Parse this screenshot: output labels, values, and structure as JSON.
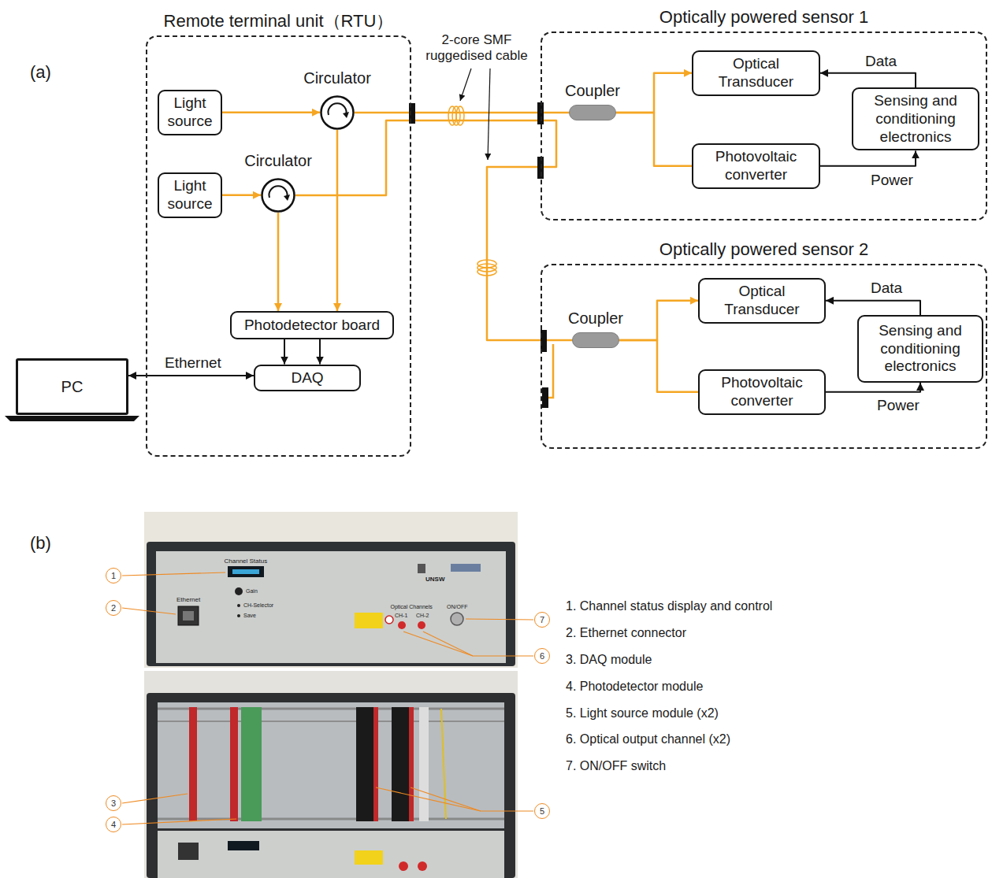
{
  "diagram": {
    "nodes": [
      {
        "text": [
          "Remote terminal unit（RTU）"
        ]
      },
      {
        "text": [
          "Light source"
        ],
        "in": 0
      },
      {
        "text": [
          "Circulator"
        ],
        "in": 0
      },
      {
        "text": [
          "Light source"
        ],
        "in": 0
      },
      {
        "text": [
          "Circulator"
        ],
        "in": 0
      },
      {
        "text": [
          "Photodetector board"
        ],
        "in": 0
      },
      {
        "text": [
          "DAQ"
        ],
        "in": 0
      },
      {
        "text": [
          "PC"
        ]
      },
      {
        "text": [
          "Optically powered sensor 1"
        ]
      },
      {
        "text": [
          "Coupler"
        ],
        "in": 8
      },
      {
        "text": [
          "Optical Transducer"
        ],
        "in": 8
      },
      {
        "text": [
          "Photovoltaic converter"
        ],
        "in": 8
      },
      {
        "text": [
          "Sensing and conditioning electronics"
        ],
        "in": 8
      },
      {
        "text": [
          "Optically powered sensor 2"
        ]
      },
      {
        "text": [
          "Coupler"
        ],
        "in": 13
      },
      {
        "text": [
          "Optical Transducer"
        ],
        "in": 13
      },
      {
        "text": [
          "Photovoltaic converter"
        ],
        "in": 13
      },
      {
        "text": [
          "Sensing and conditioning electronics"
        ],
        "in": 13
      }
    ],
    "edges": [
      {
        "from": 1,
        "to": 2,
        "arrow": "to"
      },
      {
        "from": 3,
        "to": 4,
        "arrow": "to"
      },
      {
        "from": 2,
        "to": 5,
        "arrow": "to"
      },
      {
        "from": 4,
        "to": 5,
        "arrow": "to"
      },
      {
        "from": 5,
        "to": 6,
        "arrow": "to"
      },
      {
        "from": 5,
        "to": 6,
        "arrow": "to"
      },
      {
        "from": 7,
        "to": 6,
        "label": "Ethernet",
        "arrow": "both"
      },
      {
        "from": 2,
        "to": 9,
        "arrow": "none"
      },
      {
        "from": 4,
        "to": 14,
        "arrow": "none"
      },
      {
        "from": 9,
        "to": 10,
        "arrow": "to"
      },
      {
        "from": 9,
        "to": 11,
        "arrow": "none"
      },
      {
        "from": 12,
        "to": 10,
        "label": "Data",
        "arrow": "to"
      },
      {
        "from": 11,
        "to": 12,
        "label": "Power",
        "arrow": "to"
      },
      {
        "from": 14,
        "to": 15,
        "arrow": "to"
      },
      {
        "from": 14,
        "to": 16,
        "arrow": "none"
      },
      {
        "from": 17,
        "to": 15,
        "label": "Data",
        "arrow": "to"
      },
      {
        "from": 16,
        "to": 17,
        "label": "Power",
        "arrow": "to"
      }
    ],
    "labels": [
      "(a)",
      "2-core SMF ruggedised cable",
      "(b)",
      "Channel Status",
      "Ethernet",
      "Gain",
      "CH-Selector",
      "Save",
      "UNSW",
      "Optical Channels",
      "CH-1",
      "CH-2",
      "ON/OFF",
      "1",
      "2",
      "7",
      "6",
      "3",
      "4",
      "5",
      "1. Channel status display and control",
      "2. Ethernet connector",
      "3. DAQ module",
      "4. Photodetector module",
      "5. Light source module (x2)",
      "6. Optical output channel (x2)",
      "7. ON/OFF switch"
    ]
  }
}
